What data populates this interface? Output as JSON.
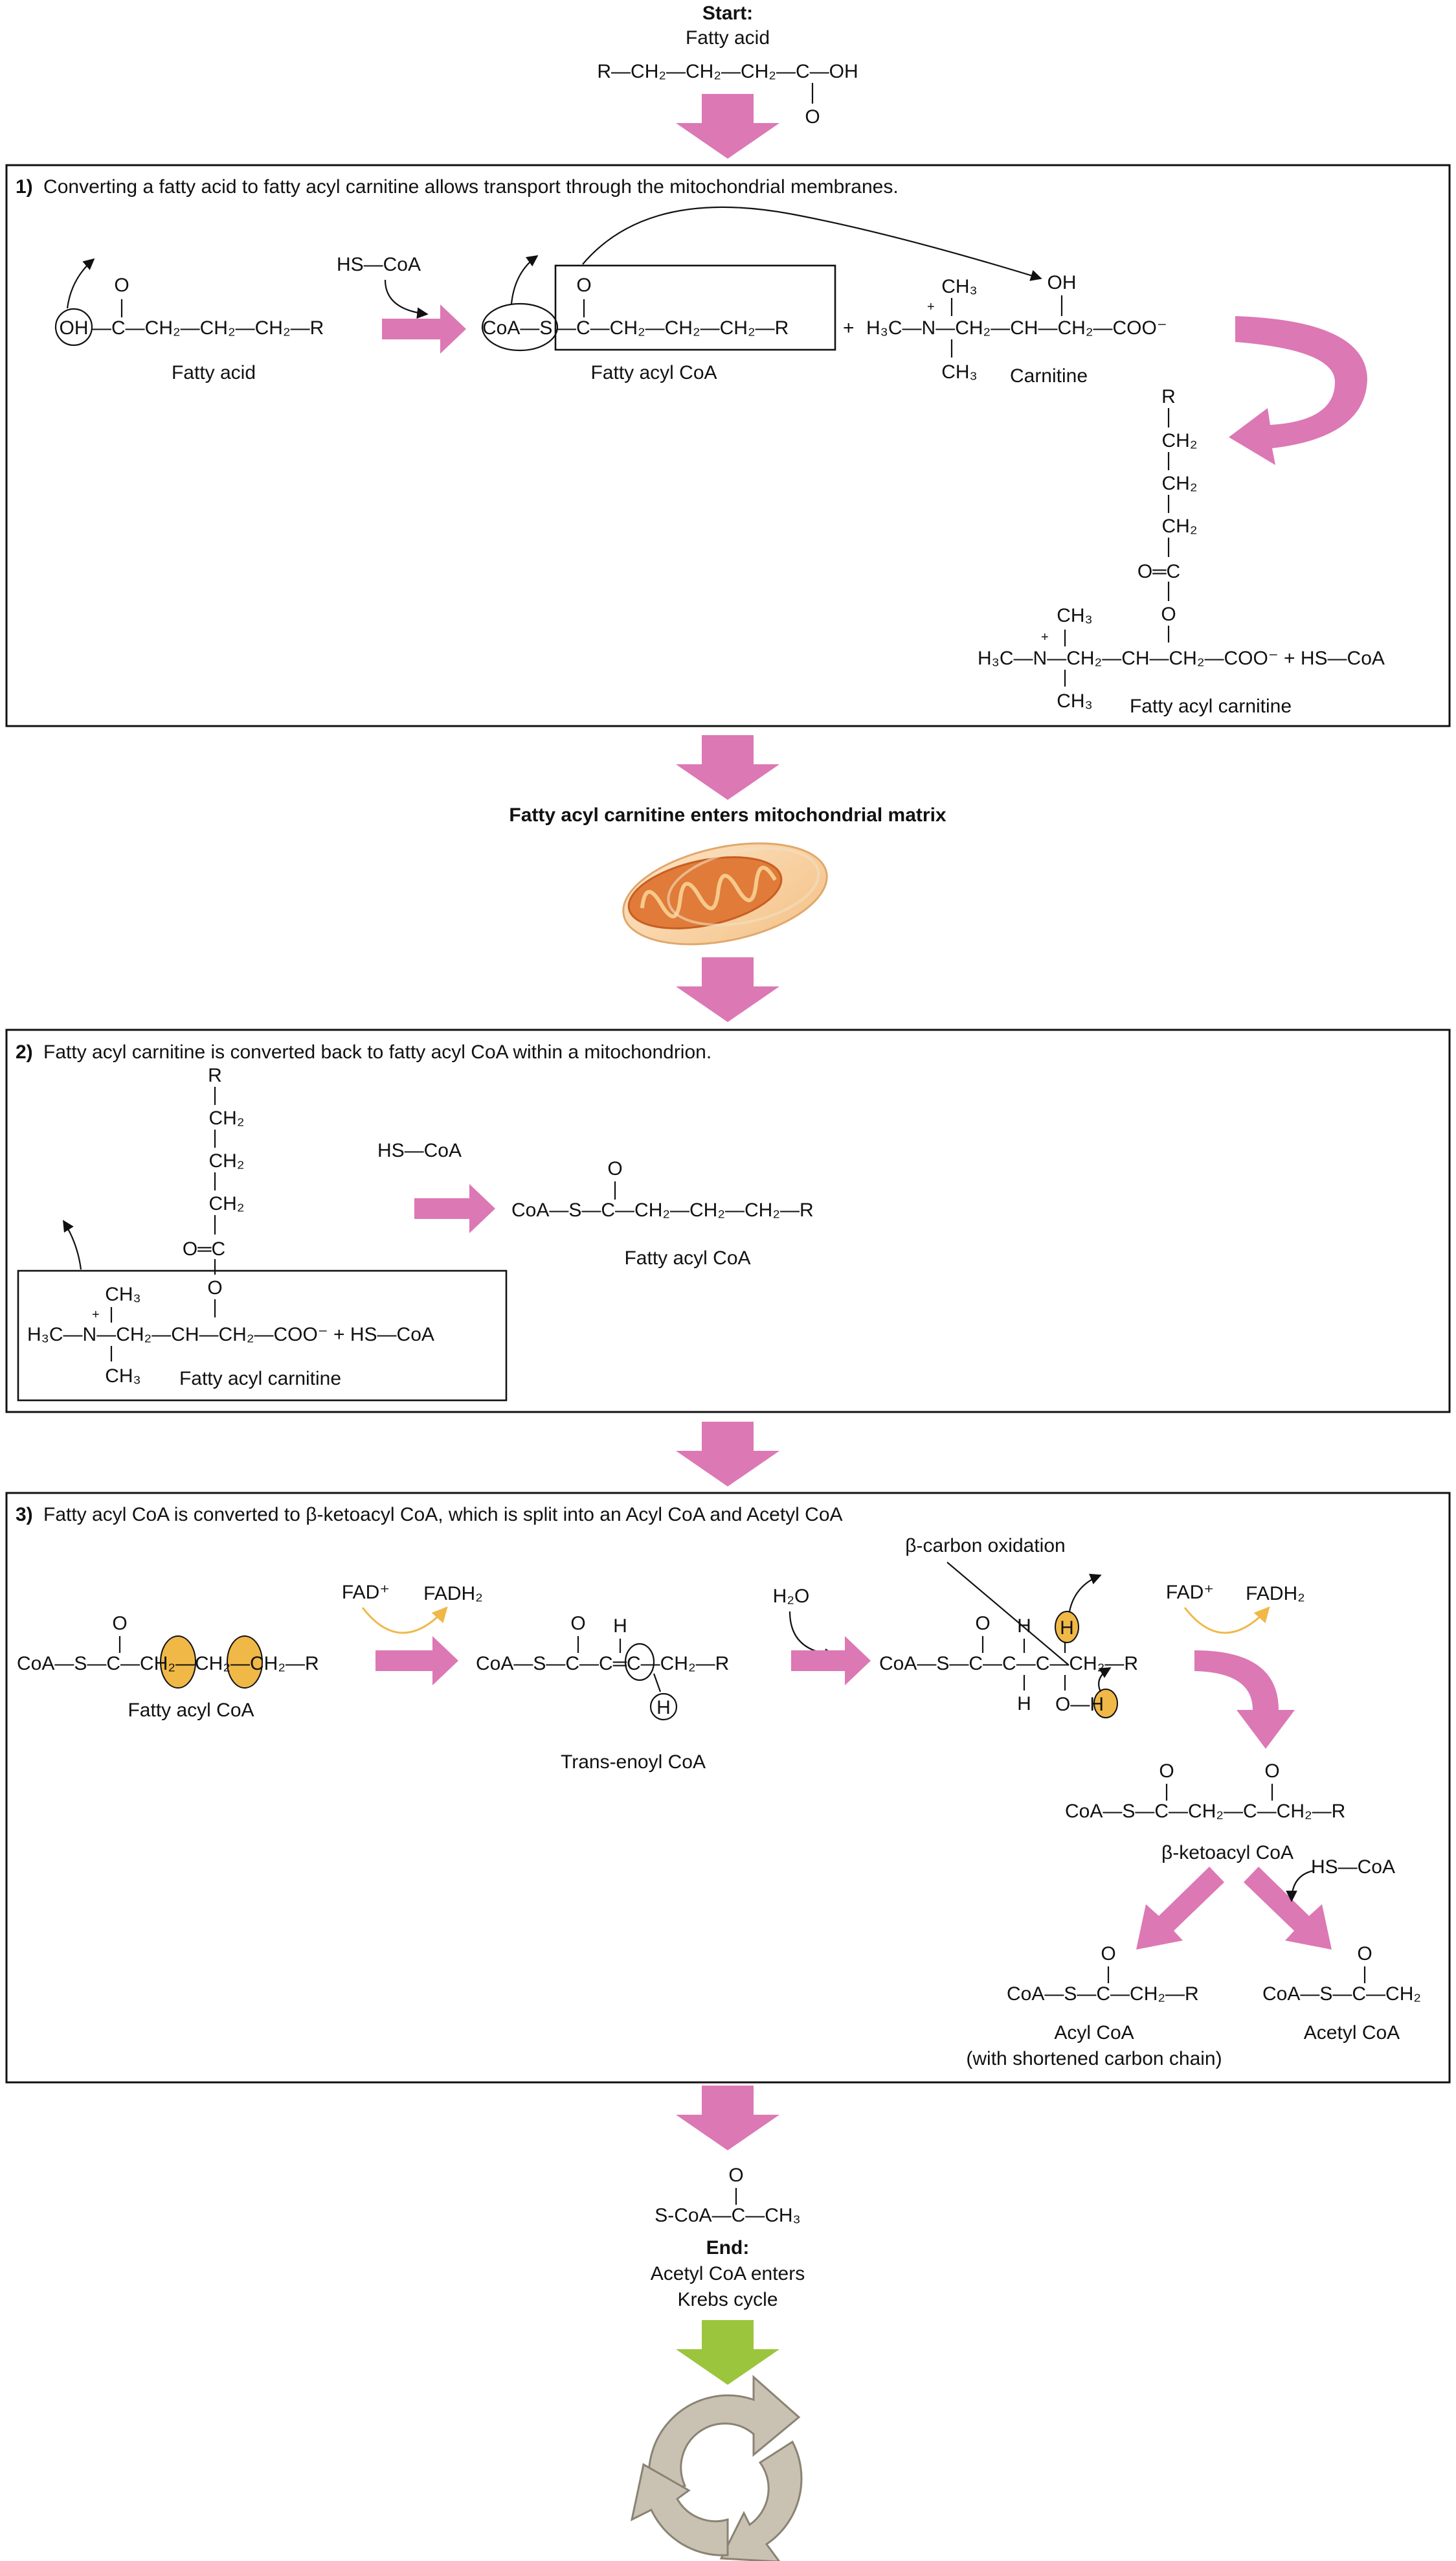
{
  "colors": {
    "pink_arrow": "#dc78b4",
    "green_arrow": "#9bc53d",
    "highlight": "#f0b847",
    "mito": "#e07b39",
    "krebs": "#c9c2b3"
  },
  "start": {
    "heading": "Start:",
    "name": "Fatty acid",
    "formula": "R—CH₂—CH₂—CH₂—C—OH",
    "o": "O"
  },
  "step1": {
    "num": "1)",
    "title": "Converting a fatty acid to fatty acyl carnitine allows transport through the mitochondrial membranes.",
    "fatty_acid": {
      "oh": "OH",
      "formula": "—C—CH₂—CH₂—CH₂—R",
      "o": "O",
      "label": "Fatty acid"
    },
    "reagent": "HS—CoA",
    "acyl_coa": {
      "coas": "CoA—S",
      "formula": "—C—CH₂—CH₂—CH₂—R",
      "o": "O",
      "label": "Fatty acyl CoA"
    },
    "carnitine": {
      "plus": "+",
      "ch3_top": "CH₃",
      "formula": "H₃C—N—CH₂—CH—CH₂—COO⁻",
      "nplus": "+",
      "oh": "OH",
      "ch3_bottom": "CH₃",
      "label": "Carnitine"
    },
    "product": {
      "chain": [
        "R",
        "CH₂",
        "CH₂",
        "CH₂"
      ],
      "carbonyl": "O═C",
      "ester_o": "O",
      "ch3_top": "CH₃",
      "formula": "H₃C—N—CH₂—CH—CH₂—COO⁻ + HS—CoA",
      "nplus": "+",
      "ch3_bottom": "CH₃",
      "label": "Fatty acyl carnitine"
    }
  },
  "transfer": {
    "text": "Fatty acyl carnitine enters mitochondrial matrix"
  },
  "step2": {
    "num": "2)",
    "title": "Fatty acyl carnitine is converted back to fatty acyl CoA within a mitochondrion.",
    "carnitine": {
      "chain": [
        "R",
        "CH₂",
        "CH₂",
        "CH₂"
      ],
      "carbonyl": "O═C",
      "ester_o": "O",
      "ch3_top": "CH₃",
      "formula": "H₃C—N—CH₂—CH—CH₂—COO⁻ + HS—CoA",
      "nplus": "+",
      "ch3_bottom": "CH₃",
      "label": "Fatty acyl carnitine"
    },
    "reagent": "HS—CoA",
    "product": {
      "formula": "CoA—S—C—CH₂—CH₂—CH₂—R",
      "o": "O",
      "label": "Fatty acyl CoA"
    }
  },
  "step3": {
    "num": "3)",
    "title": "Fatty acyl CoA is converted to β-ketoacyl CoA, which is split into an Acyl CoA and Acetyl CoA",
    "acyl": {
      "formula": "CoA—S—C—CH₂—CH₂—CH₂—R",
      "o": "O",
      "label": "Fatty acyl CoA"
    },
    "fad1": "FAD⁺",
    "fadh1": "FADH₂",
    "enoyl": {
      "formula": "CoA—S—C—C═C—CH₂—R",
      "o": "O",
      "h_top": "H",
      "h_bottom": "H",
      "label": "Trans-enoyl CoA"
    },
    "water": "H₂O",
    "oxidation_label": "β-carbon oxidation",
    "hydroxy": {
      "formula": "CoA—S—C—C—C—CH₂—R",
      "o": "O",
      "h_top1": "H",
      "h_top2": "H",
      "h_bottom1": "H",
      "oh": "O—H"
    },
    "fad2": "FAD⁺",
    "fadh2": "FADH₂",
    "keto": {
      "formula": "CoA—S—C—CH₂—C—CH₂—R",
      "o1": "O",
      "o2": "O",
      "label": "β-ketoacyl CoA"
    },
    "reagent": "HS—CoA",
    "acyl_out": {
      "formula": "CoA—S—C—CH₂—R",
      "o": "O",
      "label": "Acyl CoA",
      "label2": "(with shortened carbon chain)"
    },
    "acetyl_out": {
      "formula": "CoA—S—C—CH₂",
      "o": "O",
      "label": "Acetyl CoA"
    }
  },
  "end": {
    "formula": "S-CoA—C—CH₃",
    "o": "O",
    "heading": "End:",
    "line1": "Acetyl CoA enters",
    "line2": "Krebs cycle"
  }
}
